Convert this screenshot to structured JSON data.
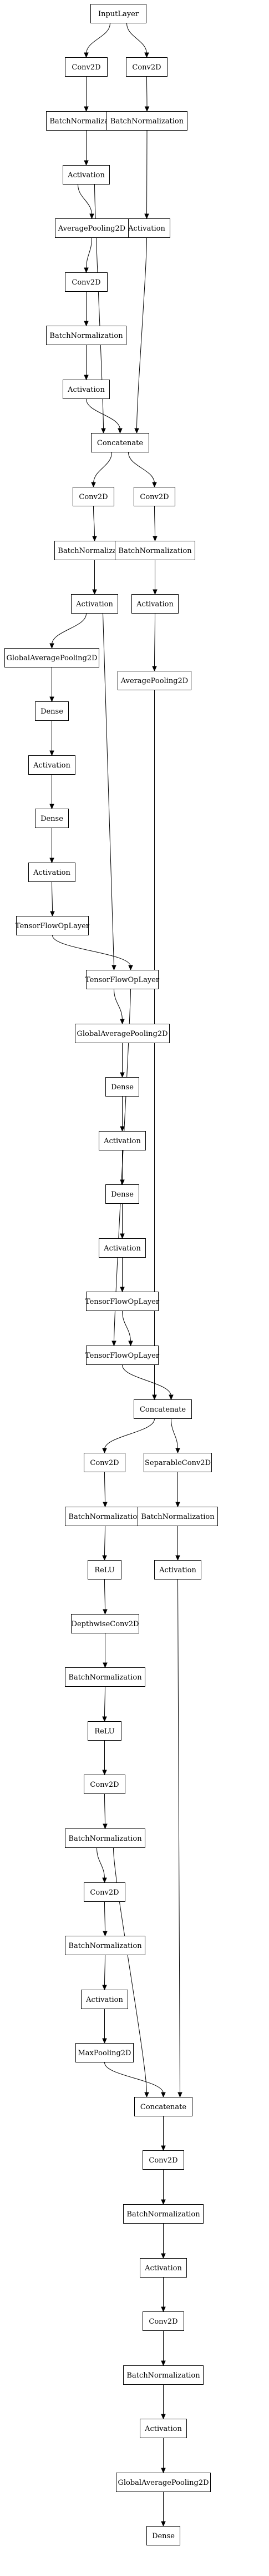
{
  "diagram": {
    "nodes": [
      {
        "id": "input",
        "label": "InputLayer"
      },
      {
        "id": "conv_a1",
        "label": "Conv2D"
      },
      {
        "id": "conv_b1",
        "label": "Conv2D"
      },
      {
        "id": "bn_a1",
        "label": "BatchNormalization"
      },
      {
        "id": "bn_b1",
        "label": "BatchNormalization"
      },
      {
        "id": "act_a1",
        "label": "Activation"
      },
      {
        "id": "act_b1",
        "label": "Activation"
      },
      {
        "id": "avgpool1",
        "label": "AveragePooling2D"
      },
      {
        "id": "conv_a2",
        "label": "Conv2D"
      },
      {
        "id": "bn_a2",
        "label": "BatchNormalization"
      },
      {
        "id": "act_a2",
        "label": "Activation"
      },
      {
        "id": "concat1",
        "label": "Concatenate"
      },
      {
        "id": "conv_c1",
        "label": "Conv2D"
      },
      {
        "id": "conv_d1",
        "label": "Conv2D"
      },
      {
        "id": "bn_c1",
        "label": "BatchNormalization"
      },
      {
        "id": "bn_d1",
        "label": "BatchNormalization"
      },
      {
        "id": "act_c1",
        "label": "Activation"
      },
      {
        "id": "act_d1",
        "label": "Activation"
      },
      {
        "id": "gap1",
        "label": "GlobalAveragePooling2D"
      },
      {
        "id": "avgpool2",
        "label": "AveragePooling2D"
      },
      {
        "id": "dense1",
        "label": "Dense"
      },
      {
        "id": "act_e1",
        "label": "Activation"
      },
      {
        "id": "dense2",
        "label": "Dense"
      },
      {
        "id": "act_e2",
        "label": "Activation"
      },
      {
        "id": "tfop1",
        "label": "TensorFlowOpLayer"
      },
      {
        "id": "tfop2",
        "label": "TensorFlowOpLayer"
      },
      {
        "id": "gap2",
        "label": "GlobalAveragePooling2D"
      },
      {
        "id": "dense3",
        "label": "Dense"
      },
      {
        "id": "act_f1",
        "label": "Activation"
      },
      {
        "id": "dense4",
        "label": "Dense"
      },
      {
        "id": "act_f2",
        "label": "Activation"
      },
      {
        "id": "tfop3",
        "label": "TensorFlowOpLayer"
      },
      {
        "id": "tfop4",
        "label": "TensorFlowOpLayer"
      },
      {
        "id": "concat2",
        "label": "Concatenate"
      },
      {
        "id": "conv_g1",
        "label": "Conv2D"
      },
      {
        "id": "sepconv1",
        "label": "SeparableConv2D"
      },
      {
        "id": "bn_g1",
        "label": "BatchNormalization"
      },
      {
        "id": "bn_h1",
        "label": "BatchNormalization"
      },
      {
        "id": "relu1",
        "label": "ReLU"
      },
      {
        "id": "act_h1",
        "label": "Activation"
      },
      {
        "id": "dwconv1",
        "label": "DepthwiseConv2D"
      },
      {
        "id": "bn_g2",
        "label": "BatchNormalization"
      },
      {
        "id": "relu2",
        "label": "ReLU"
      },
      {
        "id": "conv_g2",
        "label": "Conv2D"
      },
      {
        "id": "bn_g3",
        "label": "BatchNormalization"
      },
      {
        "id": "conv_g3",
        "label": "Conv2D"
      },
      {
        "id": "bn_g4",
        "label": "BatchNormalization"
      },
      {
        "id": "act_g4",
        "label": "Activation"
      },
      {
        "id": "maxpool1",
        "label": "MaxPooling2D"
      },
      {
        "id": "concat3",
        "label": "Concatenate"
      },
      {
        "id": "conv_k1",
        "label": "Conv2D"
      },
      {
        "id": "bn_k1",
        "label": "BatchNormalization"
      },
      {
        "id": "act_k1",
        "label": "Activation"
      },
      {
        "id": "conv_k2",
        "label": "Conv2D"
      },
      {
        "id": "bn_k2",
        "label": "BatchNormalization"
      },
      {
        "id": "act_k2",
        "label": "Activation"
      },
      {
        "id": "gap3",
        "label": "GlobalAveragePooling2D"
      },
      {
        "id": "dense_out",
        "label": "Dense"
      }
    ],
    "edges": [
      [
        "input",
        "conv_a1"
      ],
      [
        "input",
        "conv_b1"
      ],
      [
        "conv_a1",
        "bn_a1"
      ],
      [
        "conv_b1",
        "bn_b1"
      ],
      [
        "bn_a1",
        "act_a1"
      ],
      [
        "bn_b1",
        "act_b1"
      ],
      [
        "act_a1",
        "avgpool1"
      ],
      [
        "act_a1",
        "concat1"
      ],
      [
        "avgpool1",
        "conv_a2"
      ],
      [
        "conv_a2",
        "bn_a2"
      ],
      [
        "bn_a2",
        "act_a2"
      ],
      [
        "act_a2",
        "concat1"
      ],
      [
        "act_b1",
        "concat1"
      ],
      [
        "concat1",
        "conv_c1"
      ],
      [
        "concat1",
        "conv_d1"
      ],
      [
        "conv_c1",
        "bn_c1"
      ],
      [
        "conv_d1",
        "bn_d1"
      ],
      [
        "bn_c1",
        "act_c1"
      ],
      [
        "bn_d1",
        "act_d1"
      ],
      [
        "act_c1",
        "gap1"
      ],
      [
        "act_c1",
        "tfop2"
      ],
      [
        "act_d1",
        "avgpool2"
      ],
      [
        "avgpool2",
        "concat2"
      ],
      [
        "gap1",
        "dense1"
      ],
      [
        "dense1",
        "act_e1"
      ],
      [
        "act_e1",
        "dense2"
      ],
      [
        "dense2",
        "act_e2"
      ],
      [
        "act_e2",
        "tfop1"
      ],
      [
        "tfop1",
        "tfop2"
      ],
      [
        "tfop2",
        "gap2"
      ],
      [
        "tfop2",
        "tfop4"
      ],
      [
        "gap2",
        "dense3"
      ],
      [
        "dense3",
        "act_f1"
      ],
      [
        "act_f1",
        "dense4"
      ],
      [
        "dense4",
        "act_f2"
      ],
      [
        "act_f2",
        "tfop3"
      ],
      [
        "tfop3",
        "tfop4"
      ],
      [
        "tfop4",
        "concat2"
      ],
      [
        "concat2",
        "conv_g1"
      ],
      [
        "concat2",
        "sepconv1"
      ],
      [
        "conv_g1",
        "bn_g1"
      ],
      [
        "sepconv1",
        "bn_h1"
      ],
      [
        "bn_g1",
        "relu1"
      ],
      [
        "bn_h1",
        "act_h1"
      ],
      [
        "relu1",
        "dwconv1"
      ],
      [
        "dwconv1",
        "bn_g2"
      ],
      [
        "bn_g2",
        "relu2"
      ],
      [
        "relu2",
        "conv_g2"
      ],
      [
        "conv_g2",
        "bn_g3"
      ],
      [
        "bn_g3",
        "conv_g3"
      ],
      [
        "bn_g3",
        "concat3"
      ],
      [
        "conv_g3",
        "bn_g4"
      ],
      [
        "bn_g4",
        "act_g4"
      ],
      [
        "act_g4",
        "maxpool1"
      ],
      [
        "maxpool1",
        "concat3"
      ],
      [
        "act_h1",
        "concat3"
      ],
      [
        "concat3",
        "conv_k1"
      ],
      [
        "conv_k1",
        "bn_k1"
      ],
      [
        "bn_k1",
        "act_k1"
      ],
      [
        "act_k1",
        "conv_k2"
      ],
      [
        "conv_k2",
        "bn_k2"
      ],
      [
        "bn_k2",
        "act_k2"
      ],
      [
        "act_k2",
        "gap3"
      ],
      [
        "gap3",
        "dense_out"
      ]
    ]
  }
}
